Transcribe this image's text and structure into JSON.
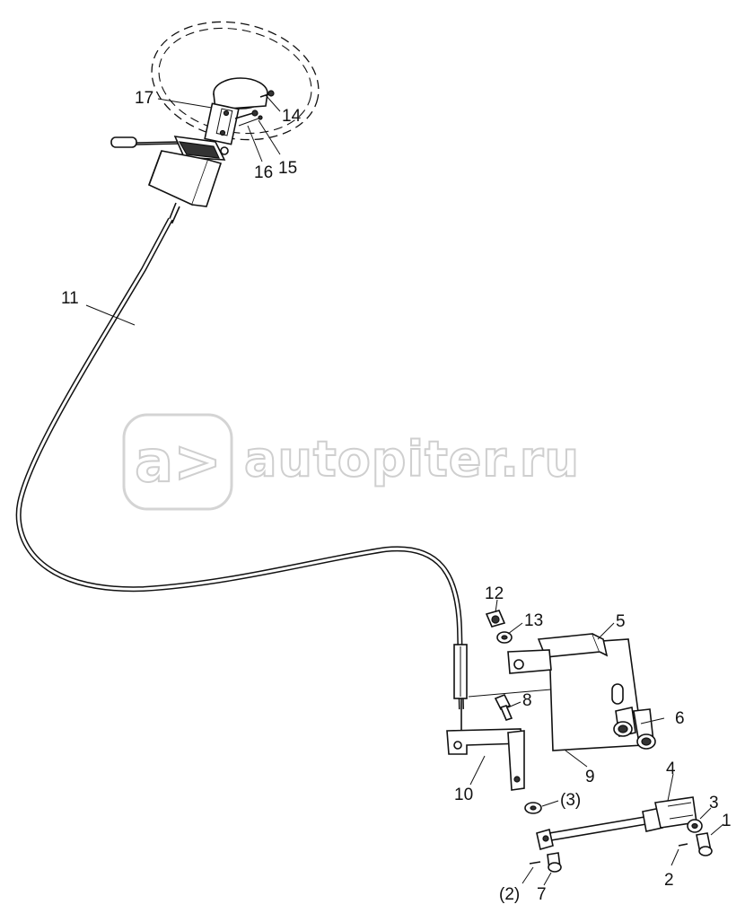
{
  "watermark": {
    "logo_text": "a>",
    "site": "autopiter.ru"
  },
  "callouts": [
    {
      "id": "1",
      "text": "1"
    },
    {
      "id": "2",
      "text": "2"
    },
    {
      "id": "2p",
      "text": "(2)"
    },
    {
      "id": "3",
      "text": "3"
    },
    {
      "id": "3p",
      "text": "(3)"
    },
    {
      "id": "4",
      "text": "4"
    },
    {
      "id": "5",
      "text": "5"
    },
    {
      "id": "6",
      "text": "6"
    },
    {
      "id": "7",
      "text": "7"
    },
    {
      "id": "8",
      "text": "8"
    },
    {
      "id": "9",
      "text": "9"
    },
    {
      "id": "10",
      "text": "10"
    },
    {
      "id": "11",
      "text": "11"
    },
    {
      "id": "12",
      "text": "12"
    },
    {
      "id": "13",
      "text": "13"
    },
    {
      "id": "14",
      "text": "14"
    },
    {
      "id": "15",
      "text": "15"
    },
    {
      "id": "16",
      "text": "16"
    },
    {
      "id": "17",
      "text": "17"
    }
  ]
}
